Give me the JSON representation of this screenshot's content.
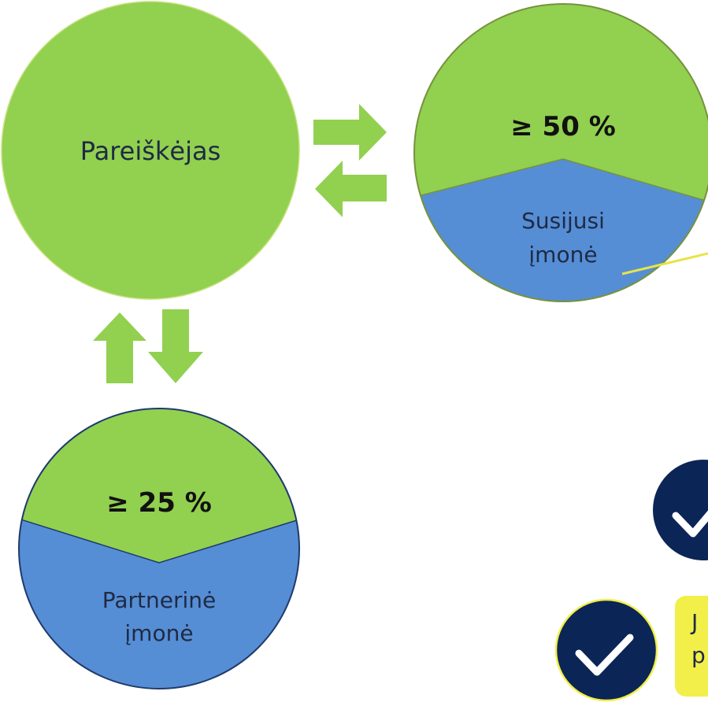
{
  "colors": {
    "green": "#92d050",
    "green_stroke": "#8fbf4a",
    "blue": "#558ed5",
    "dark_navy": "#0b2556",
    "yellow_line": "#e7e34a",
    "yellow_box": "#f2ef4a",
    "text_dark": "#1f2a44"
  },
  "applicant": {
    "label": "Pareiškėjas"
  },
  "linked": {
    "percent": "≥ 50 %",
    "label_line1": "Susijusi",
    "label_line2": "įmonė"
  },
  "partner": {
    "percent": "≥ 25 %",
    "label_line1": "Partnerinė",
    "label_line2": "įmonė"
  },
  "callout": {
    "text_line1": "J",
    "text_line2": "p"
  },
  "icons": {
    "arrows_horizontal": "exchange-arrows-icon",
    "arrows_vertical": "up-down-arrows-icon",
    "check": "check-circle-icon"
  }
}
